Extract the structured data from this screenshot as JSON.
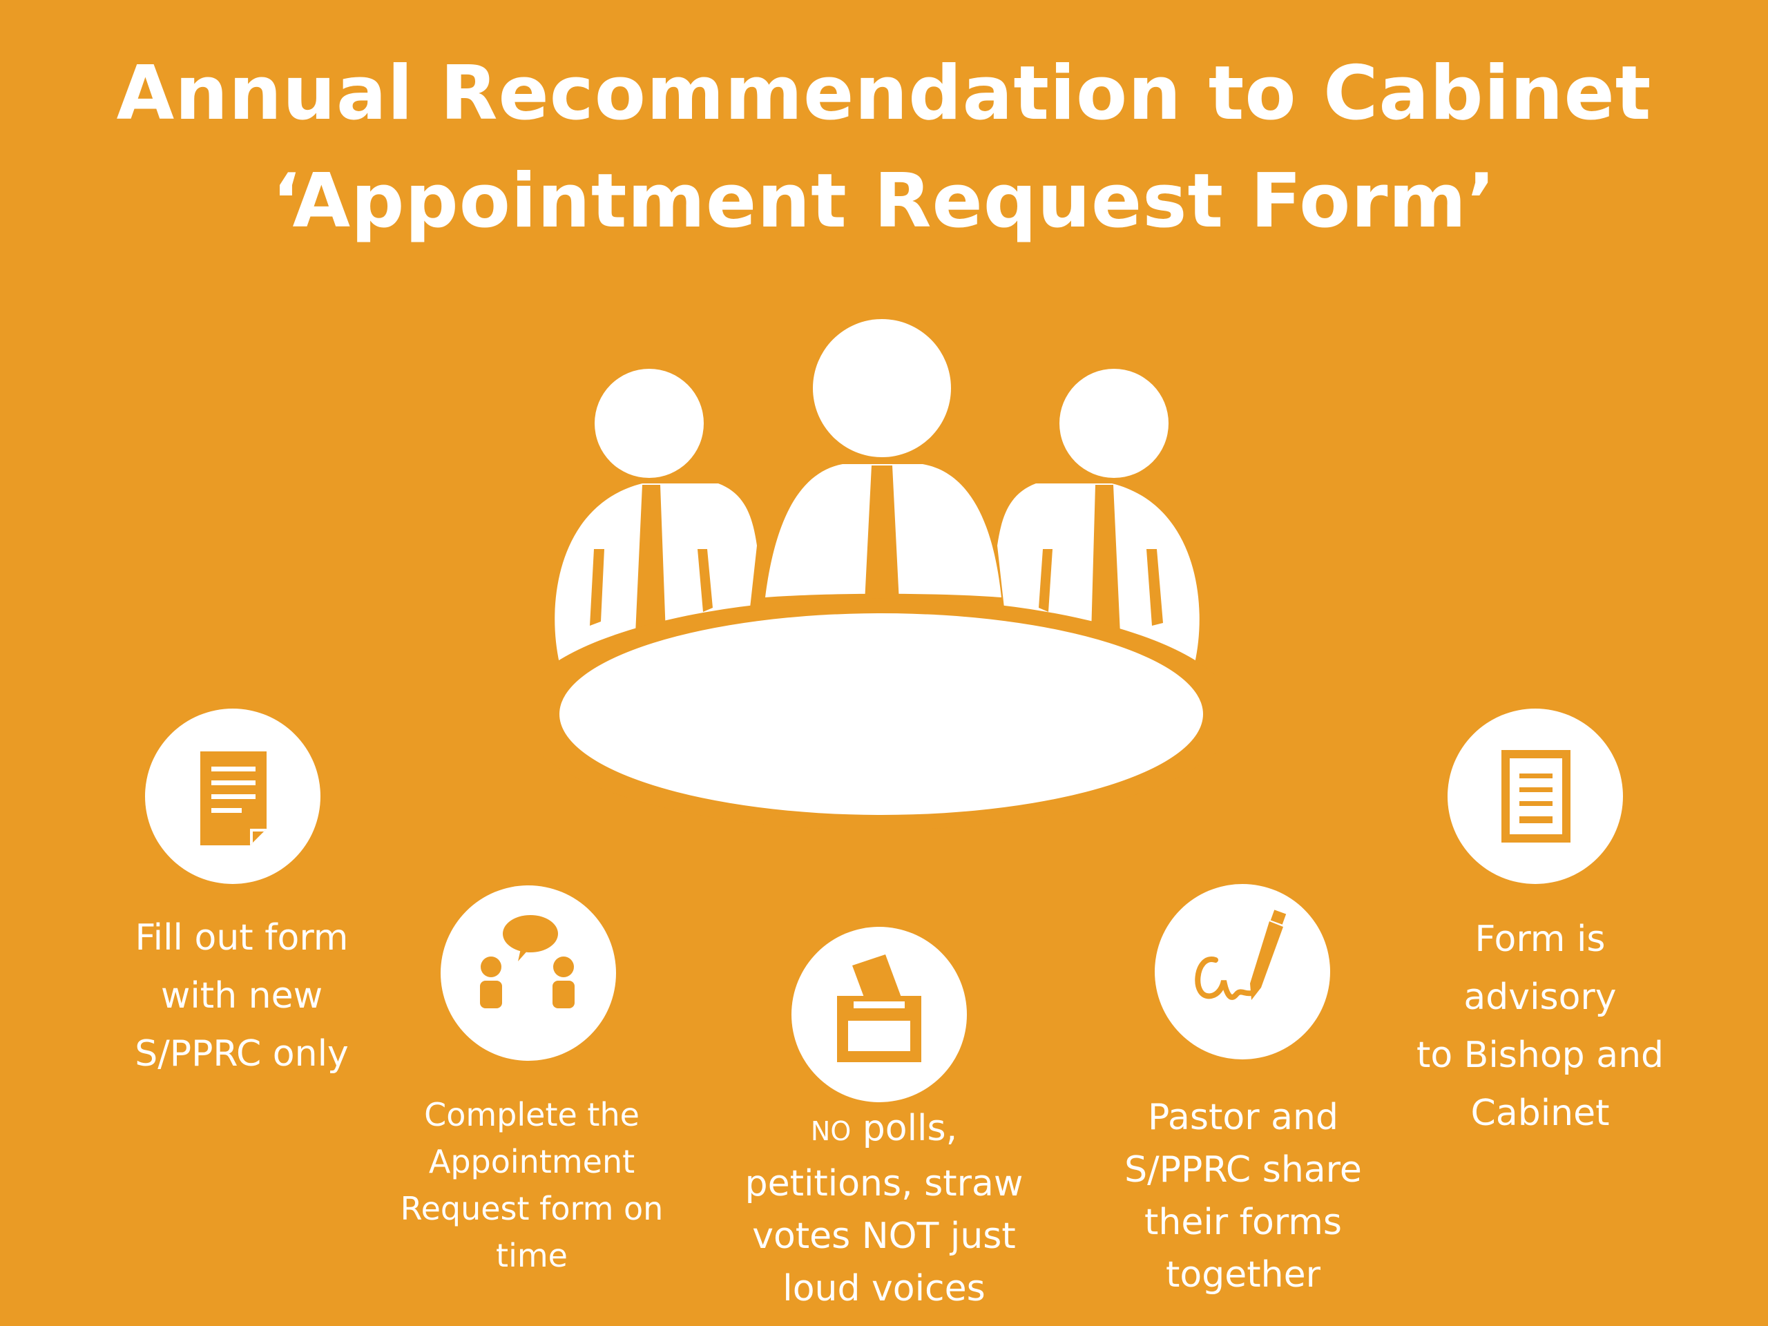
{
  "title": {
    "line1": "Annual Recommendation to Cabinet",
    "line2": "‘Appointment Request Form’"
  },
  "hero": {
    "icon": "people-at-table-icon"
  },
  "steps": [
    {
      "icon": "document-icon",
      "text": "Fill out form\nwith new\nS/PPRC only"
    },
    {
      "icon": "conversation-icon",
      "text": "Complete the\nAppointment\nRequest form on\ntime"
    },
    {
      "icon": "ballot-box-icon",
      "text_prefix": "NO",
      "text": " polls,\npetitions, straw\nvotes NOT just\nloud voices"
    },
    {
      "icon": "signature-pen-icon",
      "text": "Pastor and\nS/PPRC share\ntheir forms\ntogether"
    },
    {
      "icon": "clipboard-icon",
      "text": "Form is\nadvisory\nto Bishop and\nCabinet"
    }
  ],
  "colors": {
    "background": "#EA9B25",
    "foreground": "#FFFFFF"
  }
}
